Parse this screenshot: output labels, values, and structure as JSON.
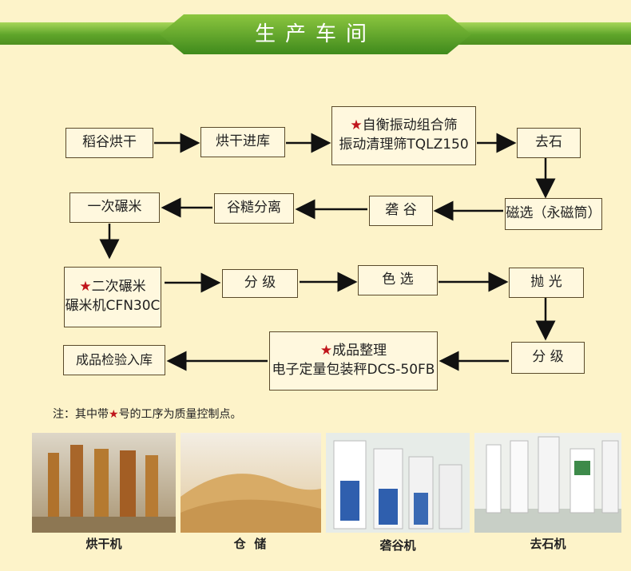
{
  "header": {
    "title": "生产车间"
  },
  "flow": {
    "rice_drying": "稻谷烘干",
    "dry_store": "烘干进库",
    "sieve_line1": "自衡振动组合筛",
    "sieve_line2": "振动清理筛TQLZ150",
    "destone": "去石",
    "magnetic": "磁选（永磁筒）",
    "husk": "砻 谷",
    "separate": "谷糙分离",
    "mill1": "一次碾米",
    "mill2_line1": "二次碾米",
    "mill2_line2": "碾米机CFN30C",
    "grade1": "分 级",
    "color_sort": "色 选",
    "polish": "抛 光",
    "grade2": "分 级",
    "pack_line1": "成品整理",
    "pack_line2": "电子定量包装秤DCS-50FB",
    "inspect": "成品检验入库"
  },
  "note": {
    "prefix": "注：其中带",
    "suffix": "号的工序为质量控制点。",
    "star_symbol": "★"
  },
  "photos": [
    {
      "caption": "烘干机"
    },
    {
      "caption": "仓  储"
    },
    {
      "caption": "砻谷机"
    },
    {
      "caption": "去石机"
    }
  ],
  "colors": {
    "banner_green": "#5fa52a",
    "star_red": "#c0151b",
    "background": "#fdf3c9"
  }
}
